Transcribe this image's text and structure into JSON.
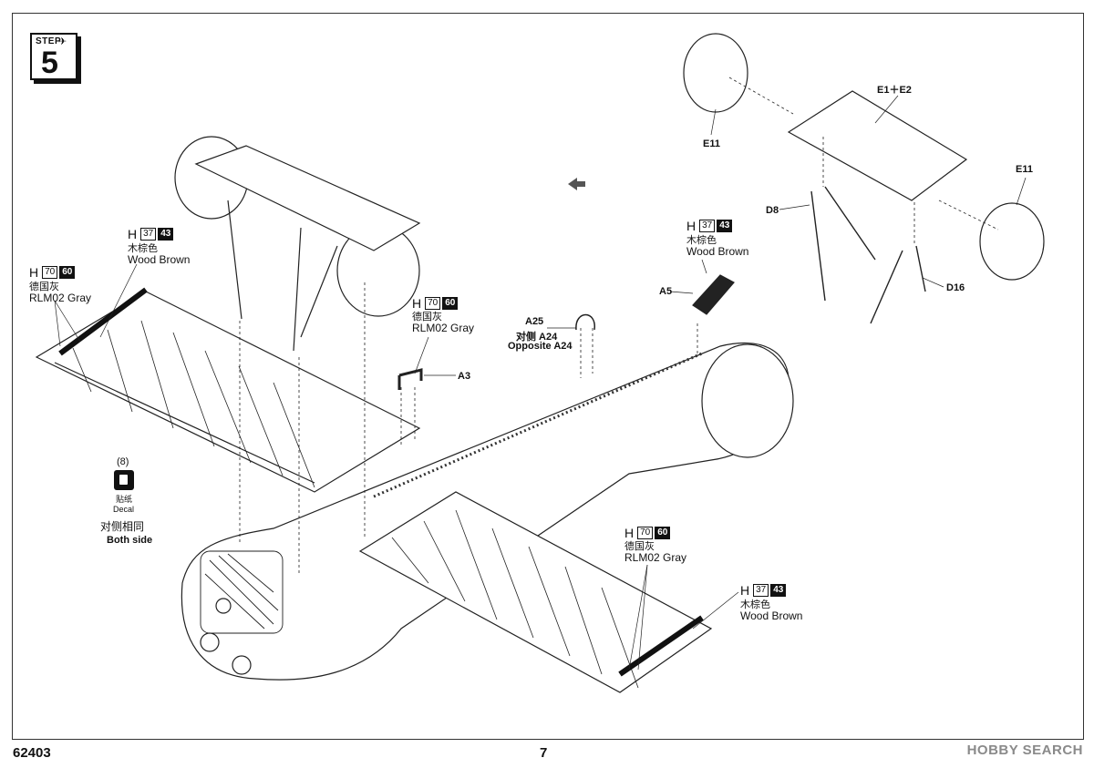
{
  "step": {
    "label": "STEP",
    "number": "5"
  },
  "colors": {
    "h37_code": "37",
    "h37_alt": "43",
    "h70_code": "70",
    "h70_alt": "60",
    "h_letter": "H"
  },
  "callouts": {
    "wood_brown_zh": "木棕色",
    "wood_brown_en": "Wood Brown",
    "rlm02_zh": "德国灰",
    "rlm02_en": "RLM02 Gray"
  },
  "parts": {
    "e1_e2": "E1＋E2",
    "e11_left": "E11",
    "e11_right": "E11",
    "d8": "D8",
    "d16": "D16",
    "a5": "A5",
    "a3": "A3",
    "a25": "A25",
    "a24_zh": "对侧 A24",
    "a24_en": "Opposite A24"
  },
  "decal": {
    "number": "(8)",
    "zh": "贴纸",
    "en": "Decal",
    "both_zh": "对侧相同",
    "both_en": "Both side"
  },
  "footer": {
    "code": "62403",
    "page": "7"
  },
  "watermark": "HOBBY SEARCH"
}
